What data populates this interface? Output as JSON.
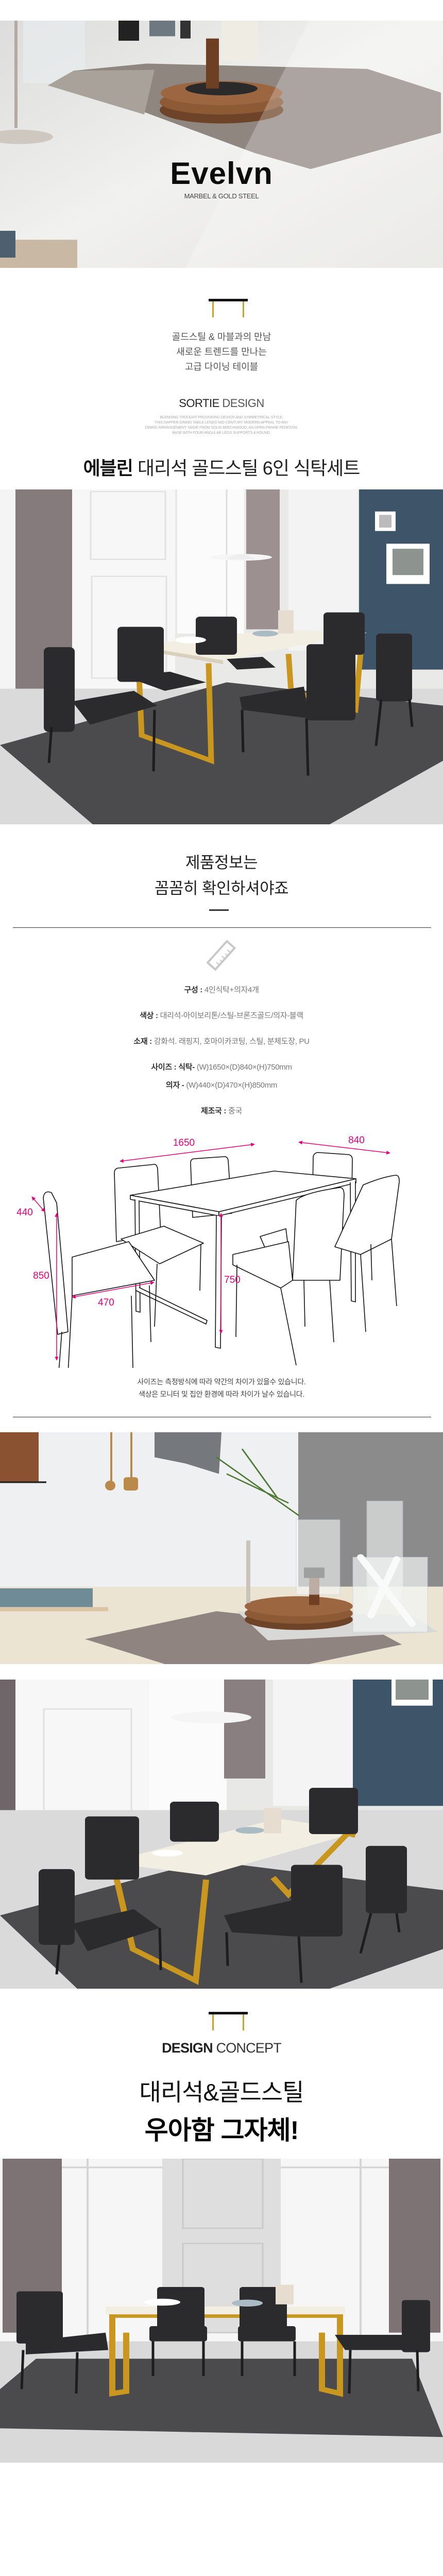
{
  "hero": {
    "brand": "Evelvn",
    "tagline": "MARBEL & GOLD STEEL"
  },
  "intro": {
    "lines": [
      "골드스틸 & 마블과의 만남",
      "새로운 트렌드를 만나는",
      "고급 다이닝 테이블"
    ]
  },
  "sortie": {
    "brand_bold": "SORTIE",
    "brand_light": "DESIGN",
    "description": [
      "BLENDING THOUGHT-PROVOKING DESIGN AND SYMMETRICAL STYLE,",
      "THIS DAPPER DINING TABLE LENDS MID-CENTURY MODERN APPEAL TO ANY",
      "DINING ARRANGEMENT. MADE FROM SOLID BEECHWOOD, AN OPEN-FRAME PEDESTAL",
      "BASE WITH FOUR ANGULAR LEGS SUPPORTS A ROUND."
    ]
  },
  "product_title": {
    "name": "에블린",
    "rest": "대리석 골드스틸 6인 식탁세트"
  },
  "info": {
    "heading": [
      "제품정보는",
      "꼼꼼히 확인하셔야죠"
    ],
    "specs": {
      "composition": {
        "label": "구성 :",
        "value": "4인식탁+의자4개"
      },
      "color": {
        "label": "색상 :",
        "value": "대리석-아이보리톤/스틸-브론즈골드/의자-블랙"
      },
      "material": {
        "label": "소재 :",
        "value": "강화석. 래핑지, 호마이카코팅, 스틸, 분체도장, PU"
      },
      "size": {
        "label": "사이즈 :",
        "table_label": "식탁-",
        "table_value": "(W)1650×(D)840×(H)750mm",
        "chair_label": "의자 -",
        "chair_value": "(W)440×(D)470×(H)850mm"
      },
      "origin": {
        "label": "제조국 :",
        "value": "중국"
      }
    },
    "dimensions": {
      "table_width": "1650",
      "table_depth": "840",
      "table_height": "750",
      "chair_width": "440",
      "chair_height": "850",
      "chair_depth": "470"
    },
    "notes": [
      "사이즈는 측정방식에 따라 약간의 차이가 있을수 있습니다.",
      "색상은 모니터 및 집안 환경에 따라 차이가 날수 있습니다."
    ]
  },
  "concept": {
    "label_bold": "DESIGN",
    "label_light": "CONCEPT",
    "headline_1": "대리석&골드스틸",
    "headline_2": "우아함 그자체!"
  },
  "colors": {
    "gold": "#c9a227",
    "dimension_pink": "#e6007e",
    "text_dark": "#222222",
    "wall_blue": "#3e5468"
  }
}
